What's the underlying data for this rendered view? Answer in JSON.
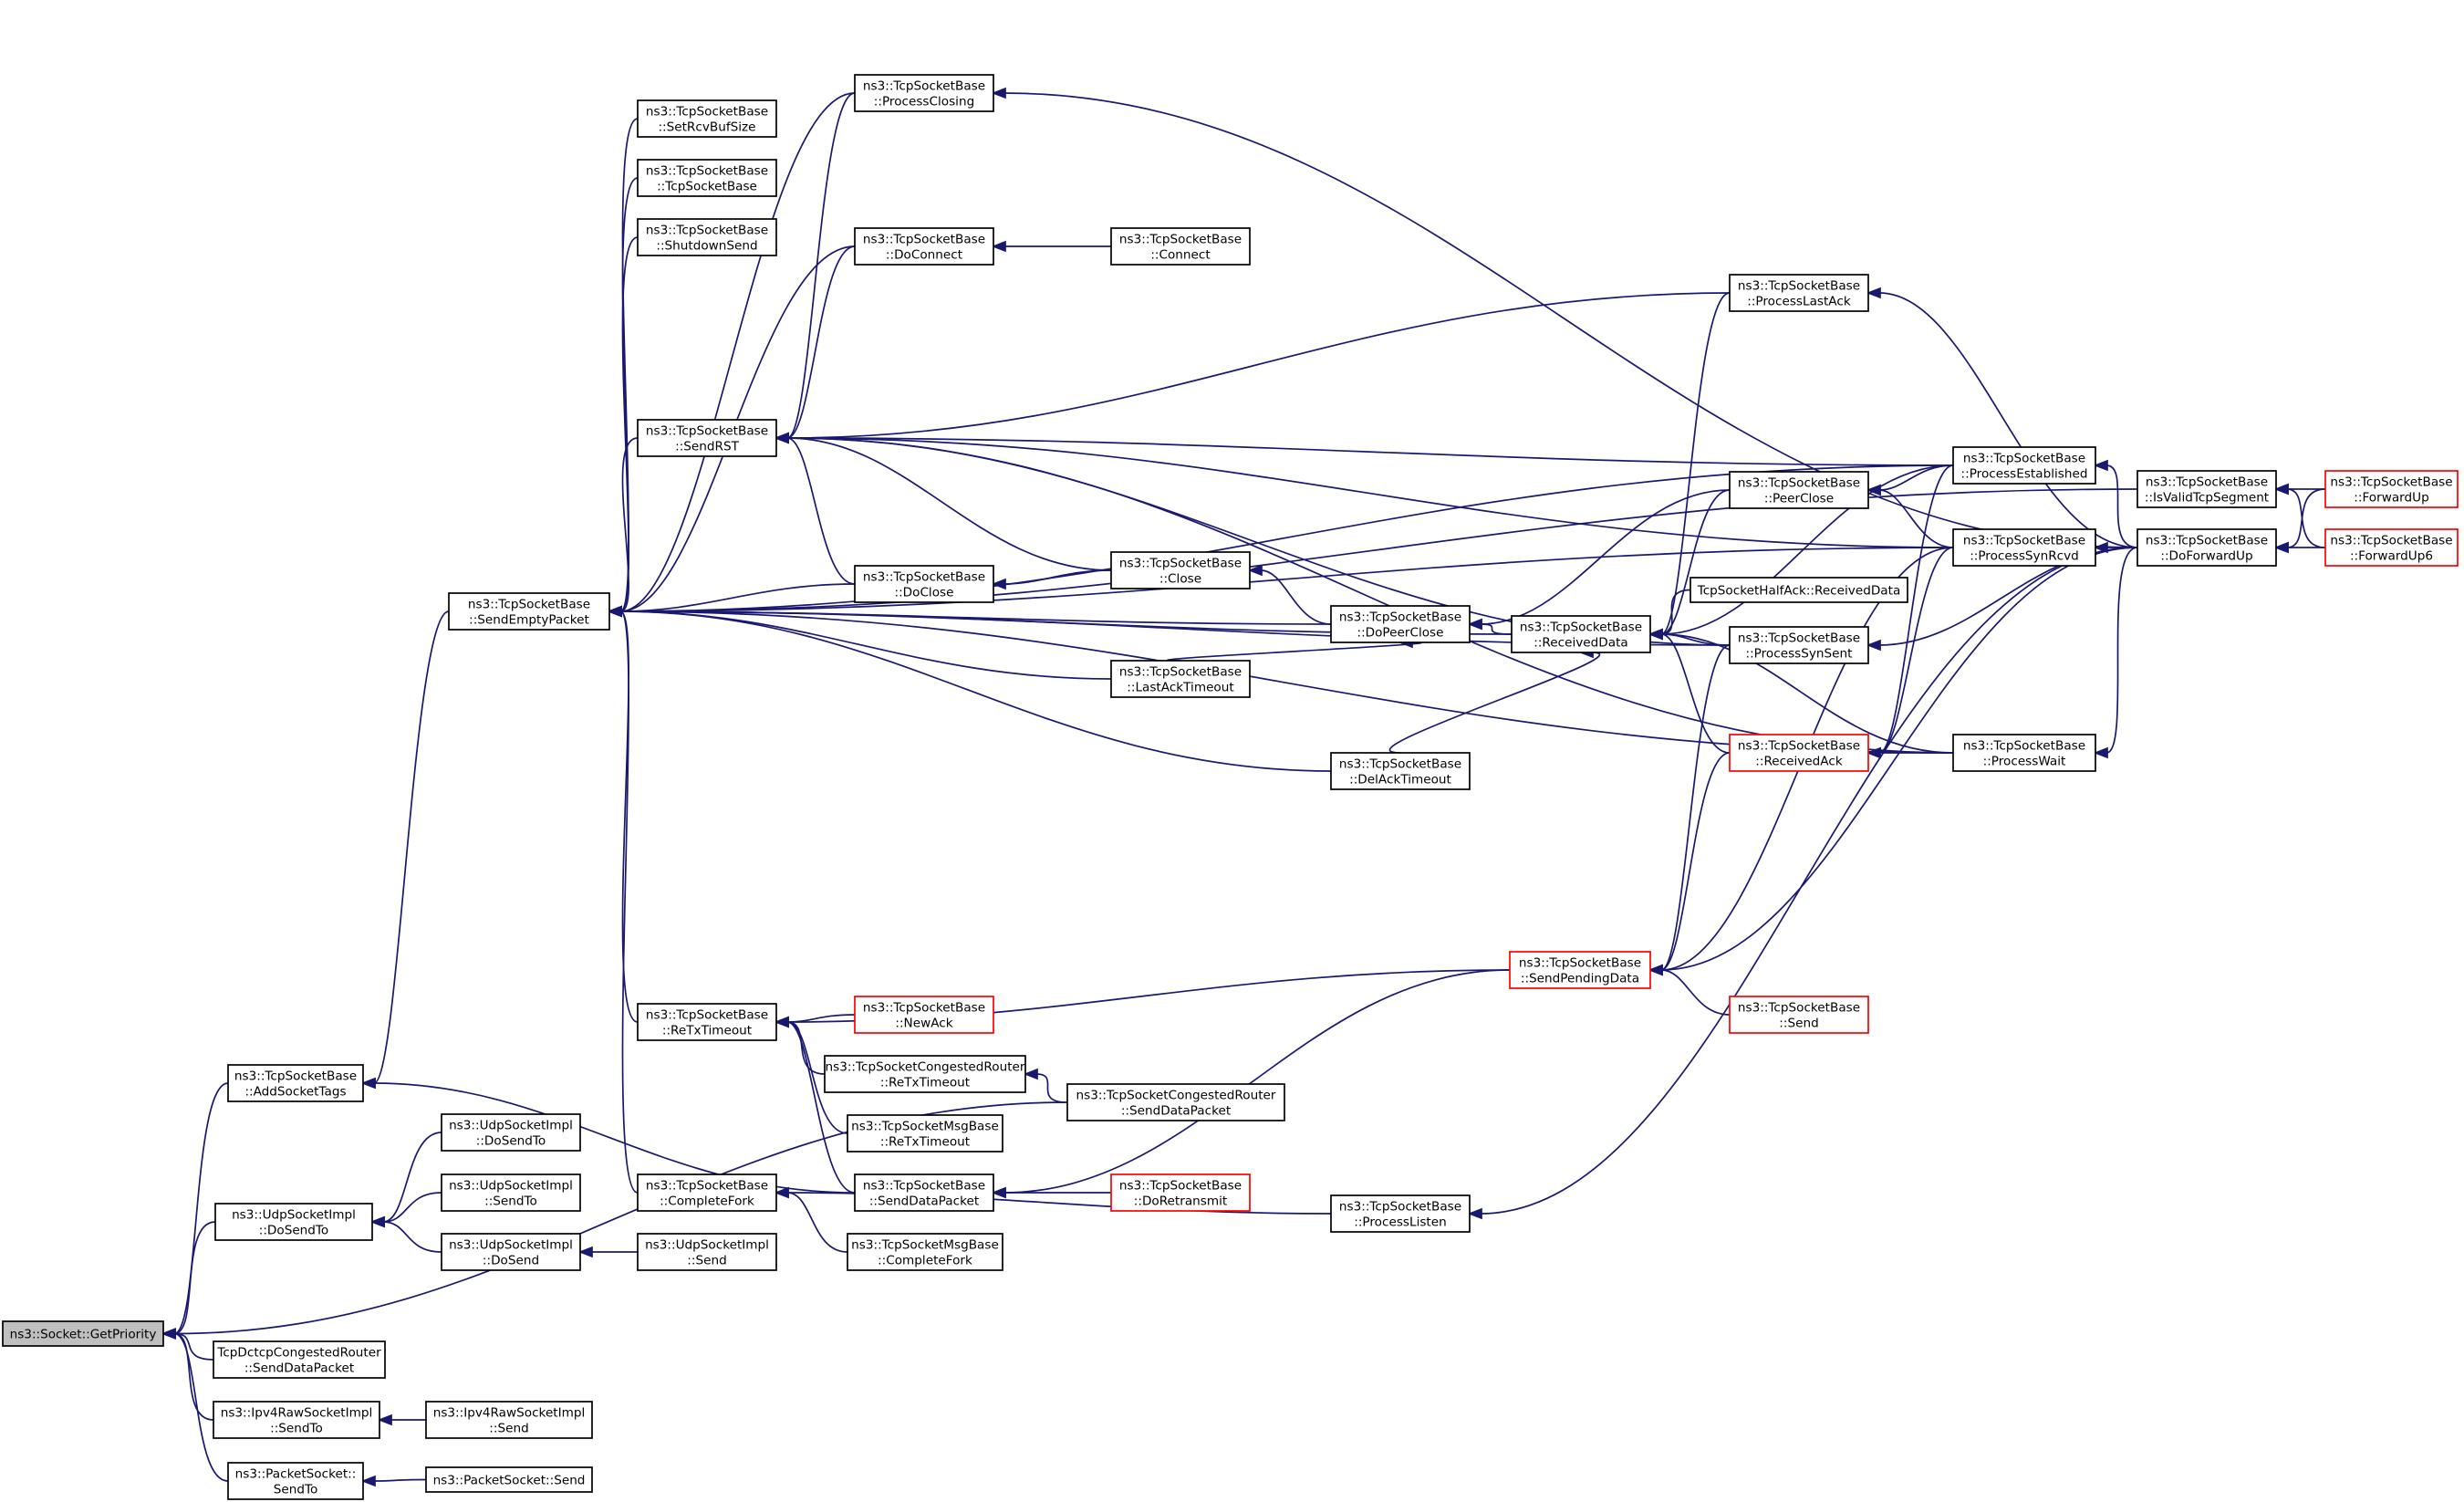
{
  "graph": {
    "edge_color": "#191970",
    "truncated_border_color": "#ff0000",
    "root_fill": "#bfbfbf",
    "nodes": [
      {
        "id": "getpriority",
        "lines": [
          "ns3::Socket::GetPriority"
        ],
        "root": true
      },
      {
        "id": "addsockettags",
        "lines": [
          "ns3::TcpSocketBase",
          "::AddSocketTags"
        ]
      },
      {
        "id": "udpdosendto",
        "lines": [
          "ns3::UdpSocketImpl",
          "::DoSendTo"
        ]
      },
      {
        "id": "dctcpsenddata",
        "lines": [
          "TcpDctcpCongestedRouter",
          "::SendDataPacket"
        ]
      },
      {
        "id": "ipv4rawsendto",
        "lines": [
          "ns3::Ipv4RawSocketImpl",
          "::SendTo"
        ]
      },
      {
        "id": "packetsendto",
        "lines": [
          "ns3::PacketSocket::",
          "SendTo"
        ]
      },
      {
        "id": "sendemptypacket",
        "lines": [
          "ns3::TcpSocketBase",
          "::SendEmptyPacket"
        ]
      },
      {
        "id": "udpdosendto2",
        "lines": [
          "ns3::UdpSocketImpl",
          "::DoSendTo"
        ]
      },
      {
        "id": "udpsendto",
        "lines": [
          "ns3::UdpSocketImpl",
          "::SendTo"
        ]
      },
      {
        "id": "udpdosend",
        "lines": [
          "ns3::UdpSocketImpl",
          "::DoSend"
        ]
      },
      {
        "id": "ipv4rawsend",
        "lines": [
          "ns3::Ipv4RawSocketImpl",
          "::Send"
        ]
      },
      {
        "id": "packetsend",
        "lines": [
          "ns3::PacketSocket::Send"
        ]
      },
      {
        "id": "setrcvbufsize",
        "lines": [
          "ns3::TcpSocketBase",
          "::SetRcvBufSize"
        ]
      },
      {
        "id": "tcpsocketbase",
        "lines": [
          "ns3::TcpSocketBase",
          "::TcpSocketBase"
        ]
      },
      {
        "id": "shutdownsend",
        "lines": [
          "ns3::TcpSocketBase",
          "::ShutdownSend"
        ]
      },
      {
        "id": "sendrst",
        "lines": [
          "ns3::TcpSocketBase",
          "::SendRST"
        ]
      },
      {
        "id": "retxtimeout",
        "lines": [
          "ns3::TcpSocketBase",
          "::ReTxTimeout"
        ]
      },
      {
        "id": "completefork",
        "lines": [
          "ns3::TcpSocketBase",
          "::CompleteFork"
        ]
      },
      {
        "id": "udpsend",
        "lines": [
          "ns3::UdpSocketImpl",
          "::Send"
        ]
      },
      {
        "id": "processclosing",
        "lines": [
          "ns3::TcpSocketBase",
          "::ProcessClosing"
        ]
      },
      {
        "id": "doconnect",
        "lines": [
          "ns3::TcpSocketBase",
          "::DoConnect"
        ]
      },
      {
        "id": "doclose",
        "lines": [
          "ns3::TcpSocketBase",
          "::DoClose"
        ]
      },
      {
        "id": "newack",
        "lines": [
          "ns3::TcpSocketBase",
          "::NewAck"
        ],
        "truncated": true
      },
      {
        "id": "congretx",
        "lines": [
          "ns3::TcpSocketCongestedRouter",
          "::ReTxTimeout"
        ]
      },
      {
        "id": "msgretx",
        "lines": [
          "ns3::TcpSocketMsgBase",
          "::ReTxTimeout"
        ]
      },
      {
        "id": "senddatapacket",
        "lines": [
          "ns3::TcpSocketBase",
          "::SendDataPacket"
        ]
      },
      {
        "id": "msgcompletefork",
        "lines": [
          "ns3::TcpSocketMsgBase",
          "::CompleteFork"
        ]
      },
      {
        "id": "connect",
        "lines": [
          "ns3::TcpSocketBase",
          "::Connect"
        ]
      },
      {
        "id": "close",
        "lines": [
          "ns3::TcpSocketBase",
          "::Close"
        ]
      },
      {
        "id": "lastacktimeout",
        "lines": [
          "ns3::TcpSocketBase",
          "::LastAckTimeout"
        ]
      },
      {
        "id": "congsenddata",
        "lines": [
          "ns3::TcpSocketCongestedRouter",
          "::SendDataPacket"
        ]
      },
      {
        "id": "doretransmit",
        "lines": [
          "ns3::TcpSocketBase",
          "::DoRetransmit"
        ],
        "truncated": true
      },
      {
        "id": "dopeerclose",
        "lines": [
          "ns3::TcpSocketBase",
          "::DoPeerClose"
        ]
      },
      {
        "id": "delacktimeout",
        "lines": [
          "ns3::TcpSocketBase",
          "::DelAckTimeout"
        ]
      },
      {
        "id": "processlisten",
        "lines": [
          "ns3::TcpSocketBase",
          "::ProcessListen"
        ]
      },
      {
        "id": "receiveddata",
        "lines": [
          "ns3::TcpSocketBase",
          "::ReceivedData"
        ]
      },
      {
        "id": "sendpendingdata",
        "lines": [
          "ns3::TcpSocketBase",
          "::SendPendingData"
        ],
        "truncated": true
      },
      {
        "id": "halfackreceived",
        "lines": [
          "TcpSocketHalfAck::ReceivedData"
        ]
      },
      {
        "id": "peerclose",
        "lines": [
          "ns3::TcpSocketBase",
          "::PeerClose"
        ]
      },
      {
        "id": "processsynsent",
        "lines": [
          "ns3::TcpSocketBase",
          "::ProcessSynSent"
        ]
      },
      {
        "id": "receivedack",
        "lines": [
          "ns3::TcpSocketBase",
          "::ReceivedAck"
        ],
        "truncated": true
      },
      {
        "id": "send",
        "lines": [
          "ns3::TcpSocketBase",
          "::Send"
        ],
        "truncated": true
      },
      {
        "id": "processlastack",
        "lines": [
          "ns3::TcpSocketBase",
          "::ProcessLastAck"
        ]
      },
      {
        "id": "processestablished",
        "lines": [
          "ns3::TcpSocketBase",
          "::ProcessEstablished"
        ]
      },
      {
        "id": "processsynrcvd",
        "lines": [
          "ns3::TcpSocketBase",
          "::ProcessSynRcvd"
        ]
      },
      {
        "id": "processwait",
        "lines": [
          "ns3::TcpSocketBase",
          "::ProcessWait"
        ]
      },
      {
        "id": "isvalidtcpsegment",
        "lines": [
          "ns3::TcpSocketBase",
          "::IsValidTcpSegment"
        ]
      },
      {
        "id": "doforwardup",
        "lines": [
          "ns3::TcpSocketBase",
          "::DoForwardUp"
        ]
      },
      {
        "id": "forwardup",
        "lines": [
          "ns3::TcpSocketBase",
          "::ForwardUp"
        ],
        "truncated": true
      },
      {
        "id": "forwardup6",
        "lines": [
          "ns3::TcpSocketBase",
          "::ForwardUp6"
        ],
        "truncated": true
      }
    ],
    "edges": [
      [
        "addsockettags",
        "getpriority"
      ],
      [
        "udpdosendto",
        "getpriority"
      ],
      [
        "dctcpsenddata",
        "getpriority"
      ],
      [
        "ipv4rawsendto",
        "getpriority"
      ],
      [
        "packetsendto",
        "getpriority"
      ],
      [
        "congsenddata",
        "getpriority"
      ],
      [
        "sendemptypacket",
        "addsockettags"
      ],
      [
        "senddatapacket",
        "addsockettags"
      ],
      [
        "udpdosendto2",
        "udpdosendto"
      ],
      [
        "udpsendto",
        "udpdosendto"
      ],
      [
        "udpdosend",
        "udpdosendto"
      ],
      [
        "ipv4rawsend",
        "ipv4rawsendto"
      ],
      [
        "packetsend",
        "packetsendto"
      ],
      [
        "udpsend",
        "udpdosend"
      ],
      [
        "setrcvbufsize",
        "sendemptypacket"
      ],
      [
        "tcpsocketbase",
        "sendemptypacket"
      ],
      [
        "shutdownsend",
        "sendemptypacket"
      ],
      [
        "sendrst",
        "sendemptypacket"
      ],
      [
        "retxtimeout",
        "sendemptypacket"
      ],
      [
        "completefork",
        "sendemptypacket"
      ],
      [
        "processclosing",
        "sendemptypacket"
      ],
      [
        "doconnect",
        "sendemptypacket"
      ],
      [
        "doclose",
        "sendemptypacket"
      ],
      [
        "dopeerclose",
        "sendemptypacket"
      ],
      [
        "lastacktimeout",
        "sendemptypacket"
      ],
      [
        "delacktimeout",
        "sendemptypacket"
      ],
      [
        "receiveddata",
        "sendemptypacket"
      ],
      [
        "processsynsent",
        "sendemptypacket"
      ],
      [
        "processsynrcvd",
        "sendemptypacket"
      ],
      [
        "processwait",
        "sendemptypacket"
      ],
      [
        "processestablished",
        "sendemptypacket"
      ],
      [
        "isvalidtcpsegment",
        "sendemptypacket"
      ],
      [
        "processclosing",
        "sendrst"
      ],
      [
        "doconnect",
        "sendrst"
      ],
      [
        "doclose",
        "sendrst"
      ],
      [
        "close",
        "sendrst"
      ],
      [
        "processlastack",
        "sendrst"
      ],
      [
        "processestablished",
        "sendrst"
      ],
      [
        "processsynrcvd",
        "sendrst"
      ],
      [
        "processwait",
        "sendrst"
      ],
      [
        "processsynsent",
        "sendrst"
      ],
      [
        "newack",
        "retxtimeout"
      ],
      [
        "congretx",
        "retxtimeout"
      ],
      [
        "msgretx",
        "retxtimeout"
      ],
      [
        "senddatapacket",
        "retxtimeout"
      ],
      [
        "sendpendingdata",
        "retxtimeout"
      ],
      [
        "msgcompletefork",
        "completefork"
      ],
      [
        "processlisten",
        "completefork"
      ],
      [
        "connect",
        "doconnect"
      ],
      [
        "close",
        "doclose"
      ],
      [
        "dopeerclose",
        "close"
      ],
      [
        "lastacktimeout",
        "dopeerclose"
      ],
      [
        "receiveddata",
        "dopeerclose"
      ],
      [
        "peerclose",
        "dopeerclose"
      ],
      [
        "congsenddata",
        "congretx"
      ],
      [
        "sendpendingdata",
        "senddatapacket"
      ],
      [
        "doretransmit",
        "senddatapacket"
      ],
      [
        "delacktimeout",
        "receiveddata"
      ],
      [
        "halfackreceived",
        "receiveddata"
      ],
      [
        "peerclose",
        "receiveddata"
      ],
      [
        "processsynsent",
        "receiveddata"
      ],
      [
        "receivedack",
        "receiveddata"
      ],
      [
        "processlastack",
        "receiveddata"
      ],
      [
        "processestablished",
        "receiveddata"
      ],
      [
        "processwait",
        "receiveddata"
      ],
      [
        "send",
        "sendpendingdata"
      ],
      [
        "receivedack",
        "sendpendingdata"
      ],
      [
        "processsynsent",
        "sendpendingdata"
      ],
      [
        "processsynrcvd",
        "sendpendingdata"
      ],
      [
        "doforwardup",
        "sendpendingdata"
      ],
      [
        "processestablished",
        "peerclose"
      ],
      [
        "processsynrcvd",
        "peerclose"
      ],
      [
        "doforwardup",
        "processsynsent"
      ],
      [
        "processwait",
        "receivedack"
      ],
      [
        "processestablished",
        "receivedack"
      ],
      [
        "processsynrcvd",
        "receivedack"
      ],
      [
        "doforwardup",
        "processlastack"
      ],
      [
        "doforwardup",
        "processestablished"
      ],
      [
        "doforwardup",
        "processsynrcvd"
      ],
      [
        "doforwardup",
        "processwait"
      ],
      [
        "doforwardup",
        "processclosing"
      ],
      [
        "doforwardup",
        "processlisten"
      ],
      [
        "forwardup",
        "isvalidtcpsegment"
      ],
      [
        "forwardup6",
        "isvalidtcpsegment"
      ],
      [
        "forwardup",
        "doforwardup"
      ],
      [
        "forwardup6",
        "doforwardup"
      ]
    ]
  }
}
